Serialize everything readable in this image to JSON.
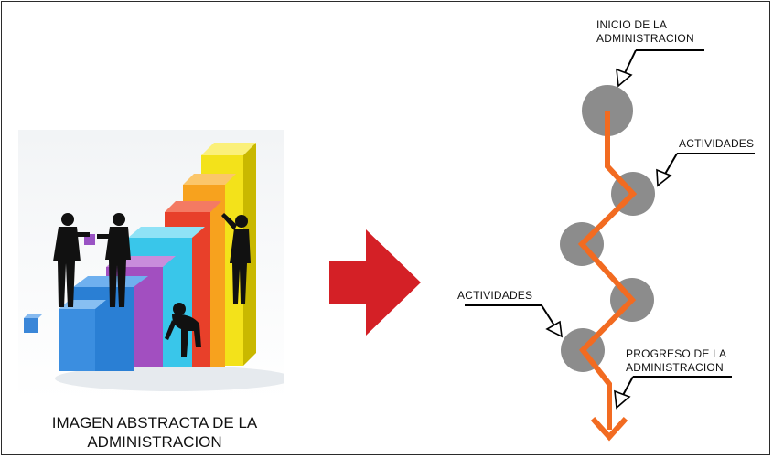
{
  "caption": {
    "line1": "IMAGEN ABSTRACTA DE LA",
    "line2": "ADMINISTRACION"
  },
  "labels": {
    "inicio_line1": "INICIO DE LA",
    "inicio_line2": "ADMINISTRACION",
    "actividades_top": "ACTIVIDADES",
    "actividades_left": "ACTIVIDADES",
    "progreso_line1": "PROGRESO DE LA",
    "progreso_line2": "ADMINISTRACION"
  },
  "colors": {
    "big_arrow": "#d42026",
    "path": "#f26b21",
    "node": "#8c8c8c"
  }
}
